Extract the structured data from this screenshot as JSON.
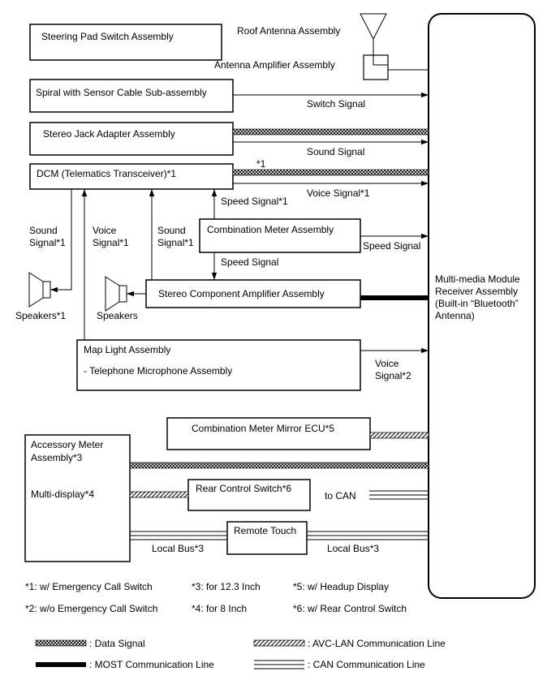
{
  "boxes": {
    "steering_pad": "Steering Pad Switch Assembly",
    "spiral_cable": "Spiral with Sensor Cable Sub-assembly",
    "stereo_jack": "Stereo Jack Adapter Assembly",
    "dcm": "DCM (Telematics Transceiver)*1",
    "combination_meter": "Combination Meter Assembly",
    "stereo_amp": "Stereo Component Amplifier Assembly",
    "map_light_1": "Map Light Assembly",
    "map_light_2": "- Telephone Microphone Assembly",
    "mirror_ecu": "Combination Meter Mirror ECU*5",
    "accessory_meter_1": "Accessory Meter",
    "accessory_meter_2": "Assembly*3",
    "multi_display": "Multi-display*4",
    "rear_control": "Rear Control Switch*6",
    "remote_touch": "Remote Touch",
    "receiver_1": "Multi-media Module",
    "receiver_2": "Receiver Assembly",
    "receiver_3": "(Built-in “Bluetooth”",
    "receiver_4": "Antenna)"
  },
  "antenna": {
    "roof": "Roof Antenna Assembly",
    "amplifier": "Antenna Amplifier Assembly"
  },
  "signals": {
    "switch_signal": "Switch Signal",
    "sound_signal": "Sound Signal",
    "note1": "*1",
    "voice_signal1": "Voice Signal*1",
    "speed_signal1": "Speed Signal*1",
    "speed_signal": "Speed Signal",
    "speed_signal_down": "Speed Signal",
    "sound_signal1_a": "Sound",
    "sound_signal1_b": "Signal*1",
    "voice_signal1_a": "Voice",
    "voice_signal1_b": "Signal*1",
    "sound_signal1_c": "Sound",
    "sound_signal1_d": "Signal*1",
    "voice_signal2_a": "Voice",
    "voice_signal2_b": "Signal*2",
    "to_can": "to CAN",
    "local_bus_left": "Local Bus*3",
    "local_bus_right": "Local Bus*3"
  },
  "speakers": {
    "speakers1": "Speakers*1",
    "speakers": "Speakers"
  },
  "footnotes": {
    "f1": "*1: w/ Emergency Call Switch",
    "f2": "*2: w/o Emergency Call Switch",
    "f3": "*3: for 12.3 Inch",
    "f4": "*4: for 8 Inch",
    "f5": "*5: w/ Headup Display",
    "f6": "*6: w/ Rear Control Switch"
  },
  "legend": {
    "data_signal": ": Data Signal",
    "most": ": MOST Communication Line",
    "avc_lan": ": AVC-LAN Communication Line",
    "can": ": CAN Communication Line"
  }
}
